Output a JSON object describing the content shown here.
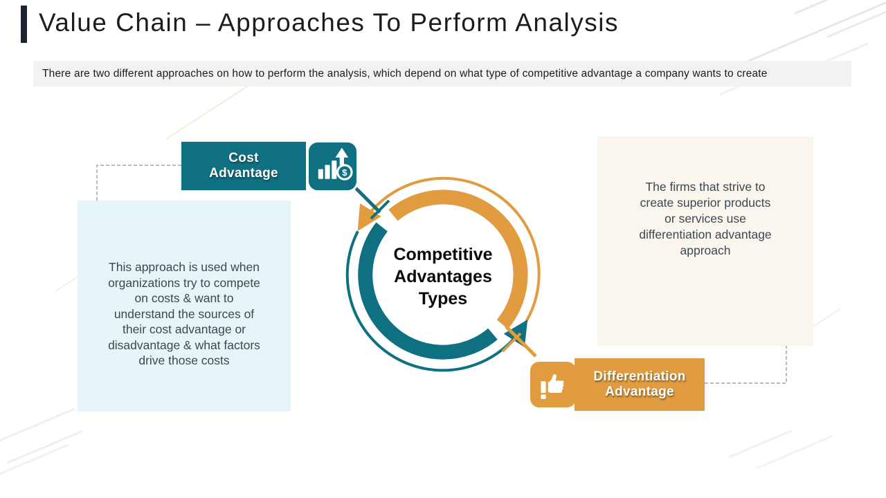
{
  "slide": {
    "title": "Value Chain – Approaches To Perform Analysis",
    "subtitle": "There are two different approaches on how to perform the analysis, which depend on what type of competitive advantage a company wants to create"
  },
  "center": {
    "label": "Competitive\nAdvantages\nTypes"
  },
  "cost": {
    "label": "Cost\nAdvantage",
    "icon": "bar-chart-dollar-icon",
    "description": "This approach is used when\norganizations try to compete\non costs & want to\nunderstand the sources of\ntheir cost advantage or\ndisadvantage & what factors\ndrive those costs"
  },
  "differentiation": {
    "label": "Differentiation\nAdvantage",
    "icon": "thumbs-up-icon",
    "description": "The firms that strive to\ncreate superior products\nor services use\ndifferentiation advantage\napproach"
  },
  "colors": {
    "teal": "#0e7080",
    "orange": "#e09c3e",
    "accent_bar": "#1b2430",
    "title_text": "#1d1d1d",
    "body_text": "#3d4752",
    "subtitle_bg": "#f2f2f2",
    "cost_panel_bg": "#e8f5f8",
    "diff_panel_bg": "#faf6ee",
    "connector": "#a0a4a8"
  }
}
